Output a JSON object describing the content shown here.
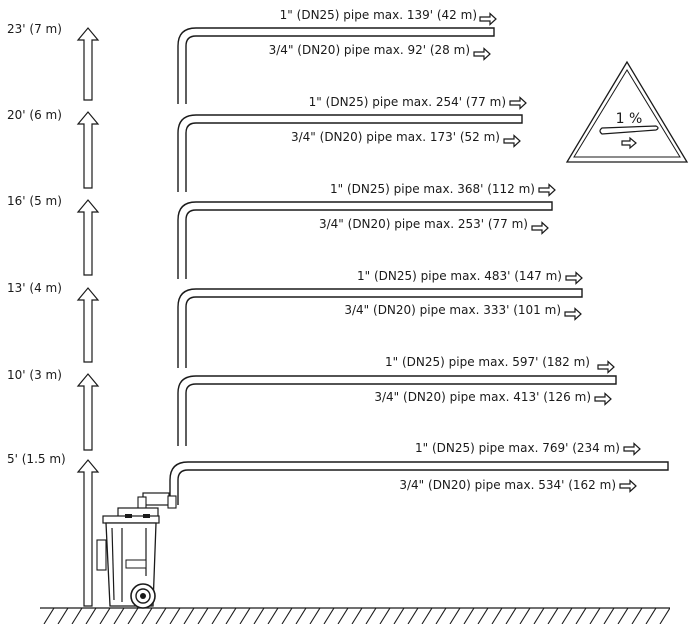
{
  "slope": {
    "label": "1 %"
  },
  "levels": [
    {
      "height": "23' (7 m)",
      "dn25": "1\" (DN25) pipe max. 139' (42 m)",
      "dn20": "3/4\" (DN20) pipe max. 92' (28 m)"
    },
    {
      "height": "20' (6 m)",
      "dn25": "1\" (DN25) pipe max. 254' (77 m)",
      "dn20": "3/4\" (DN20) pipe max. 173' (52 m)"
    },
    {
      "height": "16' (5 m)",
      "dn25": "1\" (DN25) pipe max. 368' (112 m)",
      "dn20": "3/4\" (DN20) pipe max. 253' (77 m)"
    },
    {
      "height": "13' (4 m)",
      "dn25": "1\" (DN25) pipe max. 483' (147 m)",
      "dn20": "3/4\" (DN20) pipe max. 333' (101 m)"
    },
    {
      "height": "10' (3 m)",
      "dn25": "1\" (DN25) pipe max. 597' (182 m)",
      "dn20": "3/4\" (DN20) pipe max. 413' (126 m)"
    },
    {
      "height": "5' (1.5 m)",
      "dn25": "1\" (DN25) pipe max. 769' (234 m)",
      "dn20": "3/4\" (DN20) pipe max. 534' (162 m)"
    }
  ]
}
